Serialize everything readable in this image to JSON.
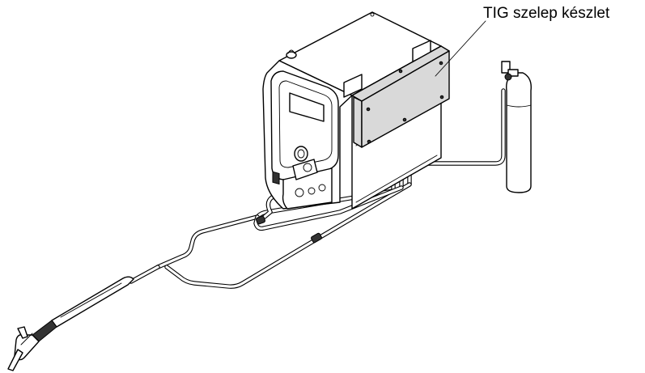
{
  "callout": {
    "label": "TIG szelep készlet"
  },
  "parts": {
    "cabinet": "welding-power-source",
    "valve_kit": "tig-valve-kit-box",
    "cylinder": "gas-cylinder",
    "torch": "tig-torch",
    "hoses": "hose-package"
  },
  "colors": {
    "line": "#000000",
    "kit_fill": "#d9d9d9",
    "background": "#ffffff"
  }
}
